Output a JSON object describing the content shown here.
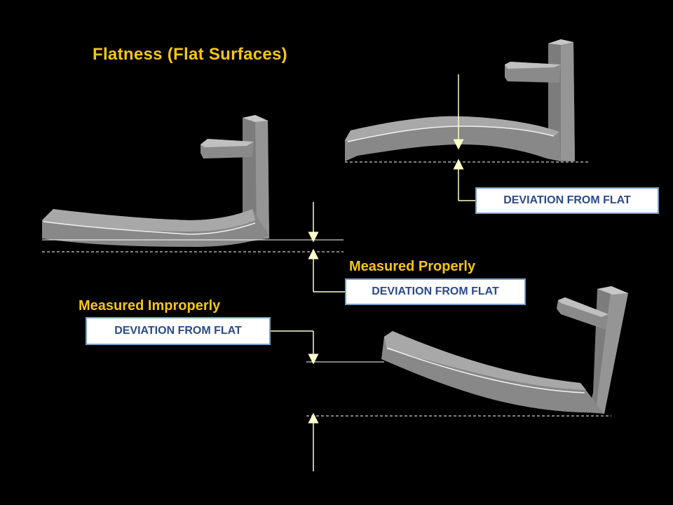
{
  "title": "Flatness (Flat Surfaces)",
  "captions": {
    "proper": "Measured Properly",
    "improper": "Measured Improperly"
  },
  "labels": {
    "deviation_top": "DEVIATION FROM FLAT",
    "deviation_middle": "DEVIATION FROM FLAT",
    "deviation_bottom": "DEVIATION FROM FLAT"
  },
  "colors": {
    "background": "#000000",
    "title": "#f5c518",
    "label_text": "#2b4a8a",
    "label_border": "#7aa0c8",
    "part_face": "#8a8a8a",
    "part_top": "#b4b4b4",
    "arrow": "#ffffcc"
  }
}
